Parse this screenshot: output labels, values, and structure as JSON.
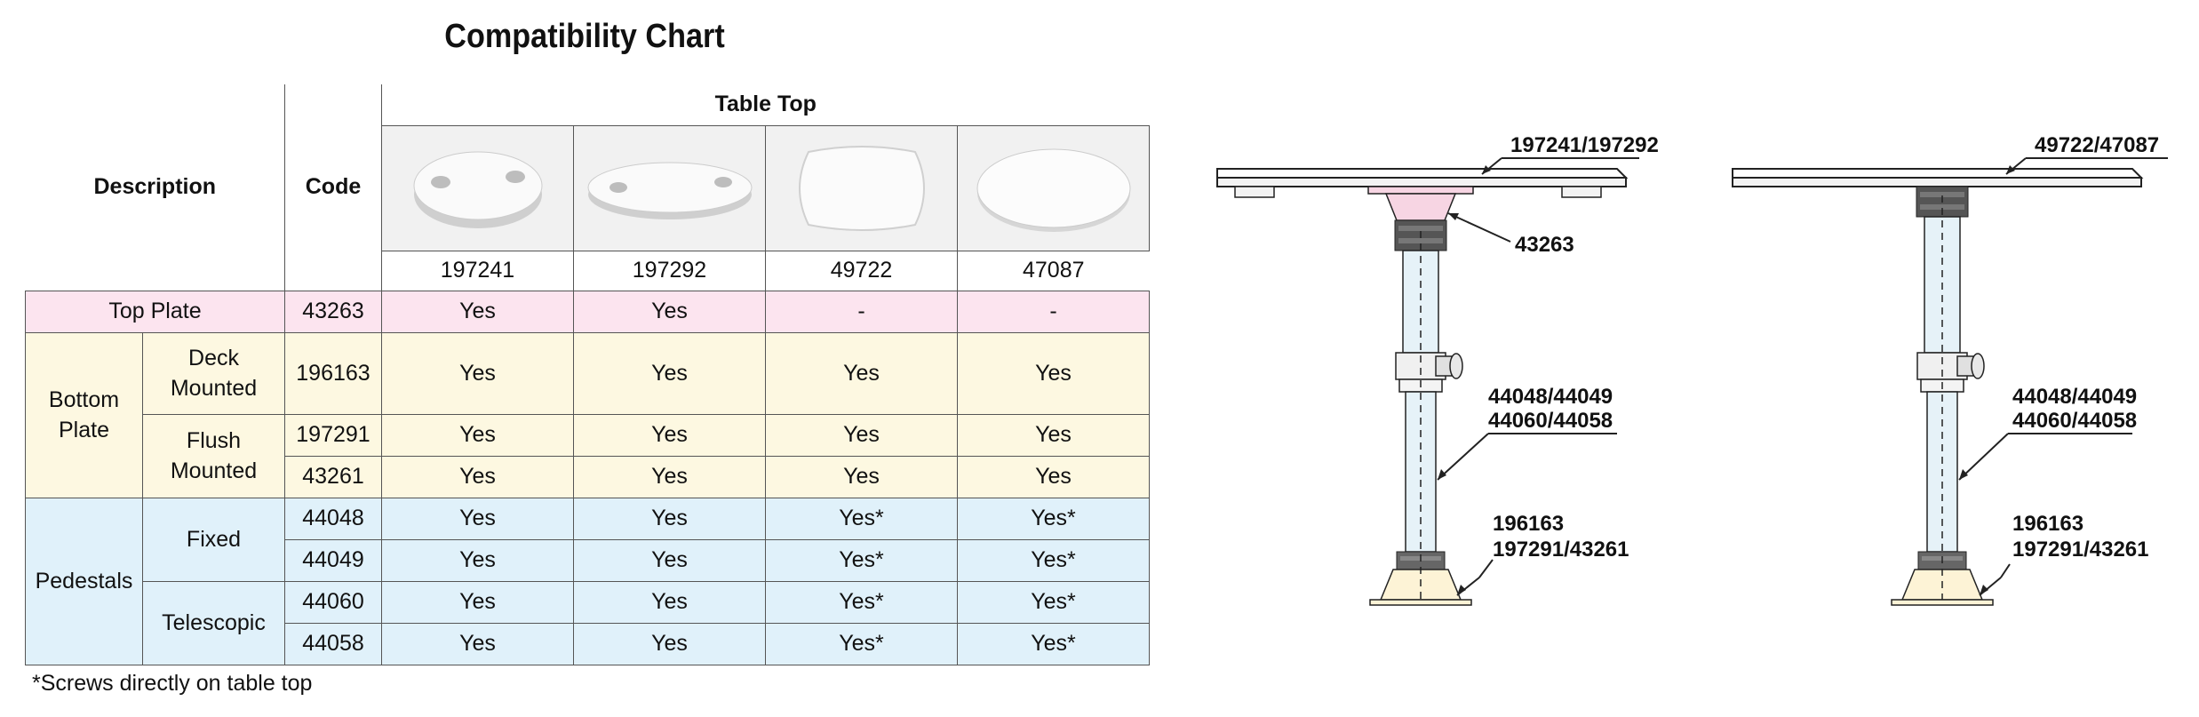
{
  "title": "Compatibility Chart",
  "table": {
    "description_header": "Description",
    "code_header": "Code",
    "table_top_header": "Table Top",
    "table_tops": [
      {
        "code": "197241",
        "shape": "round-oval-with-cupholders"
      },
      {
        "code": "197292",
        "shape": "oval-with-cupholders"
      },
      {
        "code": "49722",
        "shape": "rounded-square"
      },
      {
        "code": "47087",
        "shape": "round"
      }
    ],
    "rows": [
      {
        "group": "Top Plate",
        "sub": "",
        "code": "43263",
        "values": [
          "Yes",
          "Yes",
          "-",
          "-"
        ]
      },
      {
        "group": "Bottom Plate",
        "sub": "Deck Mounted",
        "code": "196163",
        "values": [
          "Yes",
          "Yes",
          "Yes",
          "Yes"
        ]
      },
      {
        "group": "Bottom Plate",
        "sub": "Flush Mounted",
        "code": "197291",
        "values": [
          "Yes",
          "Yes",
          "Yes",
          "Yes"
        ]
      },
      {
        "group": "Bottom Plate",
        "sub": "Flush Mounted",
        "code": "43261",
        "values": [
          "Yes",
          "Yes",
          "Yes",
          "Yes"
        ]
      },
      {
        "group": "Pedestals",
        "sub": "Fixed",
        "code": "44048",
        "values": [
          "Yes",
          "Yes",
          "Yes*",
          "Yes*"
        ]
      },
      {
        "group": "Pedestals",
        "sub": "Fixed",
        "code": "44049",
        "values": [
          "Yes",
          "Yes",
          "Yes*",
          "Yes*"
        ]
      },
      {
        "group": "Pedestals",
        "sub": "Telescopic",
        "code": "44060",
        "values": [
          "Yes",
          "Yes",
          "Yes*",
          "Yes*"
        ]
      },
      {
        "group": "Pedestals",
        "sub": "Telescopic",
        "code": "44058",
        "values": [
          "Yes",
          "Yes",
          "Yes*",
          "Yes*"
        ]
      }
    ],
    "groups": {
      "top_plate": "Top Plate",
      "bottom_plate": "Bottom Plate",
      "pedestals": "Pedestals",
      "deck_mounted": "Deck Mounted",
      "flush_mounted": "Flush Mounted",
      "fixed": "Fixed",
      "telescopic": "Telescopic"
    }
  },
  "footnote": "*Screws directly on table top",
  "diagrams": {
    "left": {
      "top_label": "197241/197292",
      "plate_label": "43263",
      "pedestal_label_1": "44048/44049",
      "pedestal_label_2": "44060/44058",
      "base_label_1": "196163",
      "base_label_2": "197291/43261"
    },
    "right": {
      "top_label": "49722/47087",
      "pedestal_label_1": "44048/44049",
      "pedestal_label_2": "44060/44058",
      "base_label_1": "196163",
      "base_label_2": "197291/43261"
    }
  },
  "colors": {
    "top_plate_row": "#fce4ef",
    "bottom_plate_rows": "#fdf8e1",
    "pedestal_rows": "#e0f1fa",
    "grid_lines": "#555555"
  }
}
